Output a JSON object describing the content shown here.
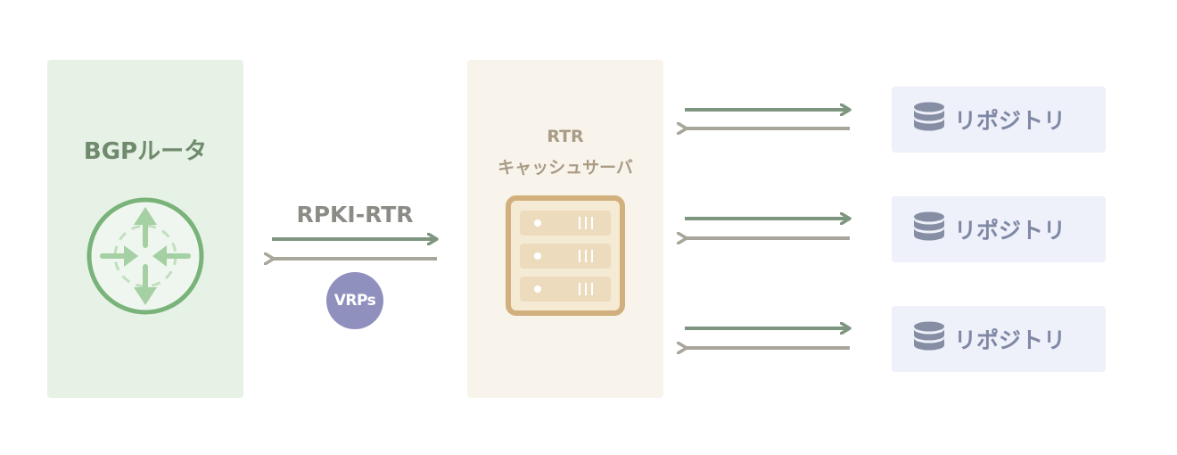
{
  "router": {
    "title": "BGPルータ",
    "icon": "router-icon"
  },
  "cache": {
    "title_line1": "RTR",
    "title_line2": "キャッシュサーバ",
    "icon": "server-rack-icon"
  },
  "link": {
    "protocol": "RPKI-RTR",
    "payload": "VRPs"
  },
  "repositories": [
    {
      "label": "リポジトリ",
      "icon": "database-icon"
    },
    {
      "label": "リポジトリ",
      "icon": "database-icon"
    },
    {
      "label": "リポジトリ",
      "icon": "database-icon"
    }
  ],
  "colors": {
    "router_panel": "#e7f2e6",
    "router_accent": "#7ab37a",
    "cache_panel": "#f8f4ec",
    "cache_accent": "#d2b07e",
    "arrow_forward": "#7e9680",
    "arrow_back": "#a8a59a",
    "payload_badge": "#8f90be",
    "repo_panel": "#eef0fa",
    "repo_text": "#7f88a4"
  }
}
